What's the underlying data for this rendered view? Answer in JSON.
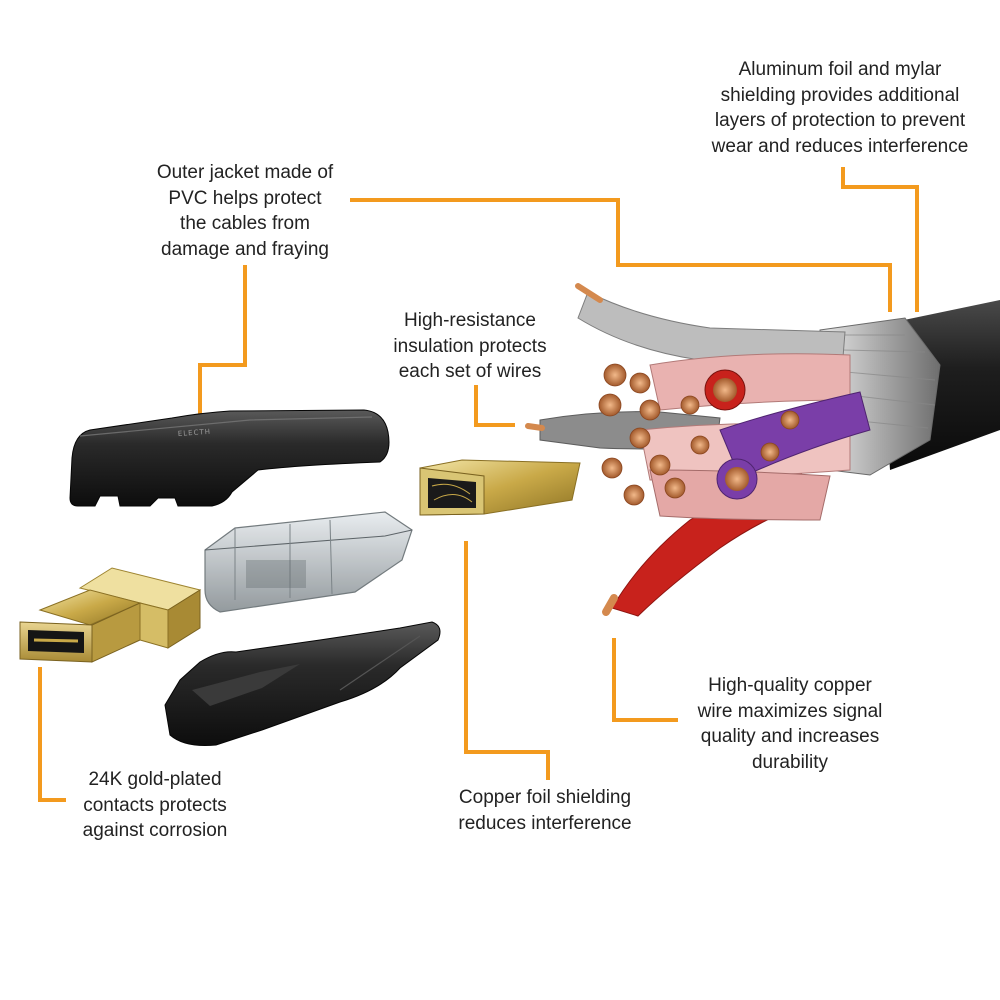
{
  "accent_color": "#f39a1e",
  "callouts": {
    "outer_jacket": [
      "Outer jacket made of",
      "PVC helps protect",
      "the cables from",
      "damage and fraying"
    ],
    "aluminum_foil": [
      "Aluminum foil and mylar",
      "shielding provides additional",
      "layers of protection to prevent",
      "wear and reduces interference"
    ],
    "insulation": [
      "High-resistance",
      "insulation protects",
      "each set of wires"
    ],
    "copper_wire": [
      "High-quality copper",
      "wire maximizes signal",
      "quality and increases",
      "durability"
    ],
    "gold_contacts": [
      "24K gold-plated",
      "contacts protects",
      "against corrosion"
    ],
    "copper_foil": [
      "Copper foil shielding",
      "reduces interference"
    ]
  },
  "jacket_brand": "ELECTH"
}
